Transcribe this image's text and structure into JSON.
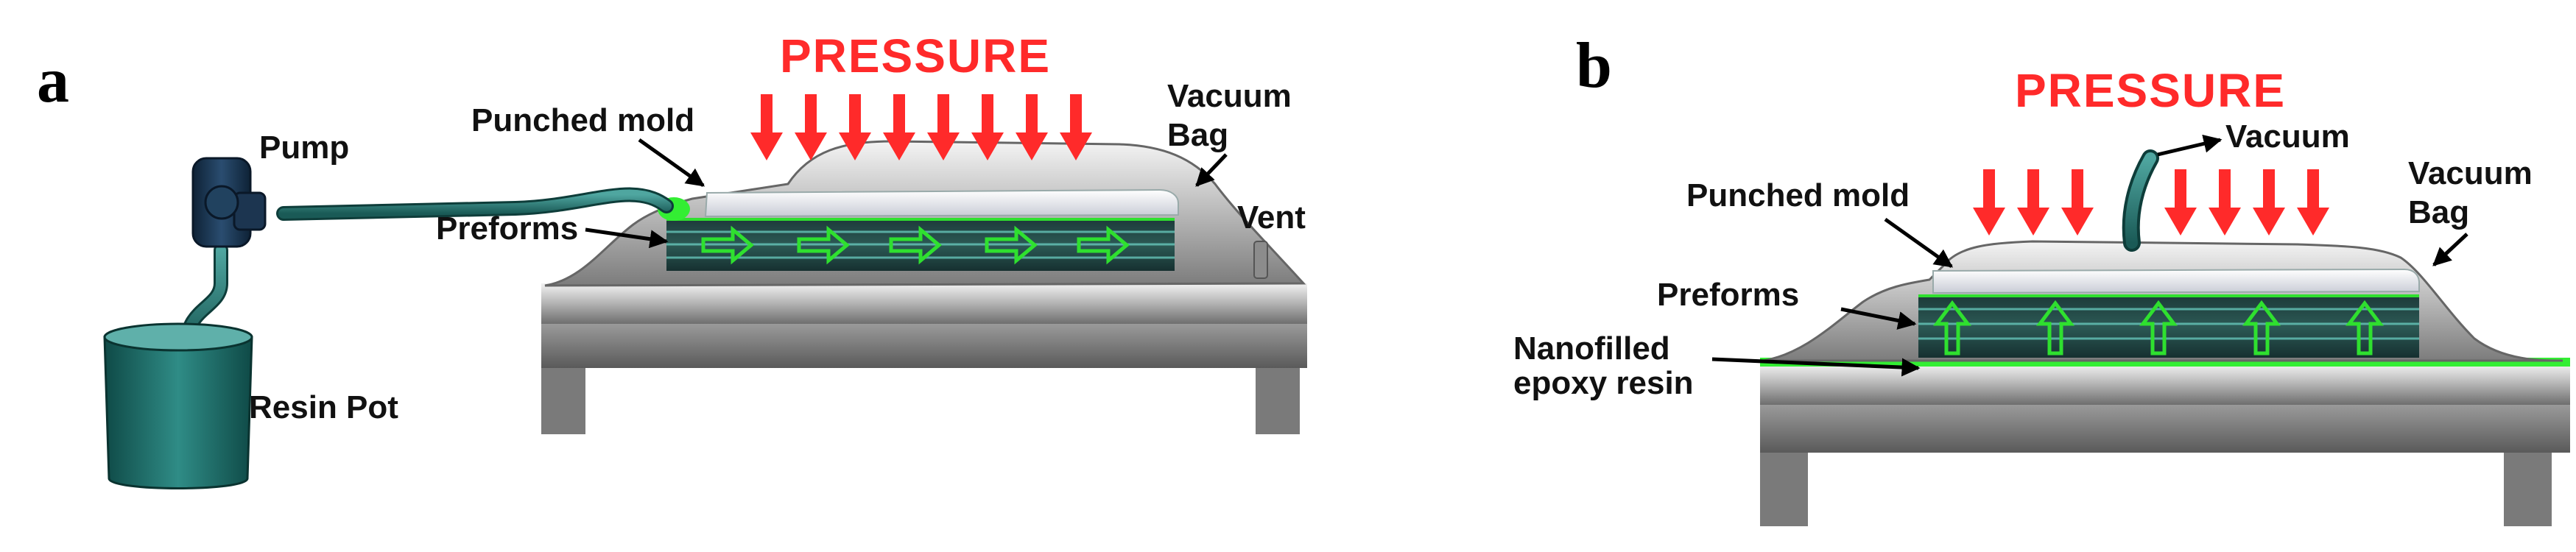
{
  "colors": {
    "pressure": "#ff2a2a",
    "resin_green": "#33ee33",
    "teal": "#1f6f6a",
    "pump_navy": "#1c3550",
    "bench_gray": "#8a8a8a",
    "bench_dark": "#4a4a4a"
  },
  "icons": [
    "arrow-icon",
    "pump-icon",
    "resin-pot-icon",
    "vent-icon"
  ],
  "panel_a": {
    "letter": "a",
    "pressure": "PRESSURE",
    "labels": {
      "pump": "Pump",
      "punched_mold": "Punched mold",
      "preforms": "Preforms",
      "vacuum_bag_line1": "Vacuum",
      "vacuum_bag_line2": "Bag",
      "vent": "Vent",
      "resin_pot": "Resin Pot"
    }
  },
  "panel_b": {
    "letter": "b",
    "pressure": "PRESSURE",
    "labels": {
      "vacuum": "Vacuum",
      "vacuum_bag_line1": "Vacuum",
      "vacuum_bag_line2": "Bag",
      "punched_mold": "Punched mold",
      "preforms": "Preforms",
      "nanofilled_line1": "Nanofilled",
      "nanofilled_line2": "epoxy resin"
    }
  }
}
